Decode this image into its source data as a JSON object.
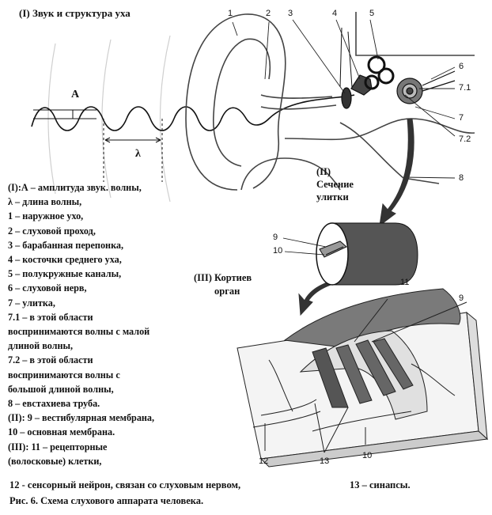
{
  "title": "(I) Звук и структура  уха",
  "amplitude_symbol": "A",
  "wavelength_symbol": "λ",
  "section_ii": {
    "line1": "(II)",
    "line2": "Сечение",
    "line3": "улитки"
  },
  "section_iii": {
    "line1": "(III) Кортиев",
    "line2": "орган"
  },
  "ear_numbers": [
    "1",
    "2",
    "3",
    "4",
    "5",
    "6",
    "7.1",
    "7",
    "7.2",
    "8"
  ],
  "cochlea_numbers": [
    "9",
    "10"
  ],
  "organ_numbers": [
    "11",
    "9",
    "12",
    "13",
    "10"
  ],
  "legend": [
    "(I):А  – амплитуда звук. волны,",
    "λ –  длина волны,",
    "1 – наружное ухо,",
    "2 – слуховой проход,",
    "3 – барабанная перепонка,",
    "4 – косточки среднего уха,",
    "5 – полукружные каналы,",
    "6 – слуховой нерв,",
    "7 – улитка,",
    "7.1 – в этой области",
    "воспринимаются волны с малой",
    "длиной волны,",
    "7.2 – в этой области",
    "воспринимаются волны с",
    "большой длиной волны,",
    "8 – евстахиева труба.",
    "(II):  9 – вестибулярная мембрана,",
    "10 – основная мембрана.",
    "(III):  11 – рецепторные",
    "(волосковые) клетки,"
  ],
  "footer": {
    "line12": "12 -  сенсорный нейрон,  связан со слуховым  нервом,",
    "line13": "13 – синапсы.",
    "caption": "Рис. 6. Схема слухового  аппарата человека."
  }
}
